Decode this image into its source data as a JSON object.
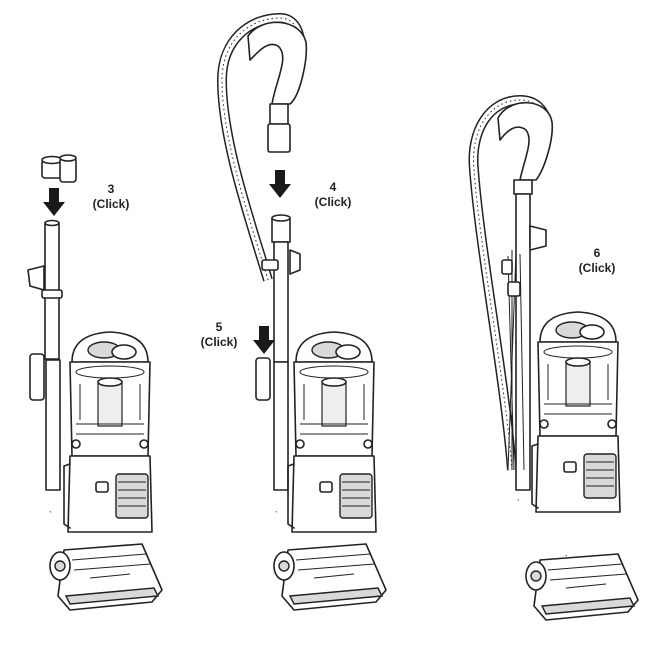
{
  "steps": [
    {
      "number": "3",
      "action": "(Click)"
    },
    {
      "number": "4",
      "action": "(Click)"
    },
    {
      "number": "5",
      "action": "(Click)"
    },
    {
      "number": "6",
      "action": "(Click)"
    }
  ]
}
